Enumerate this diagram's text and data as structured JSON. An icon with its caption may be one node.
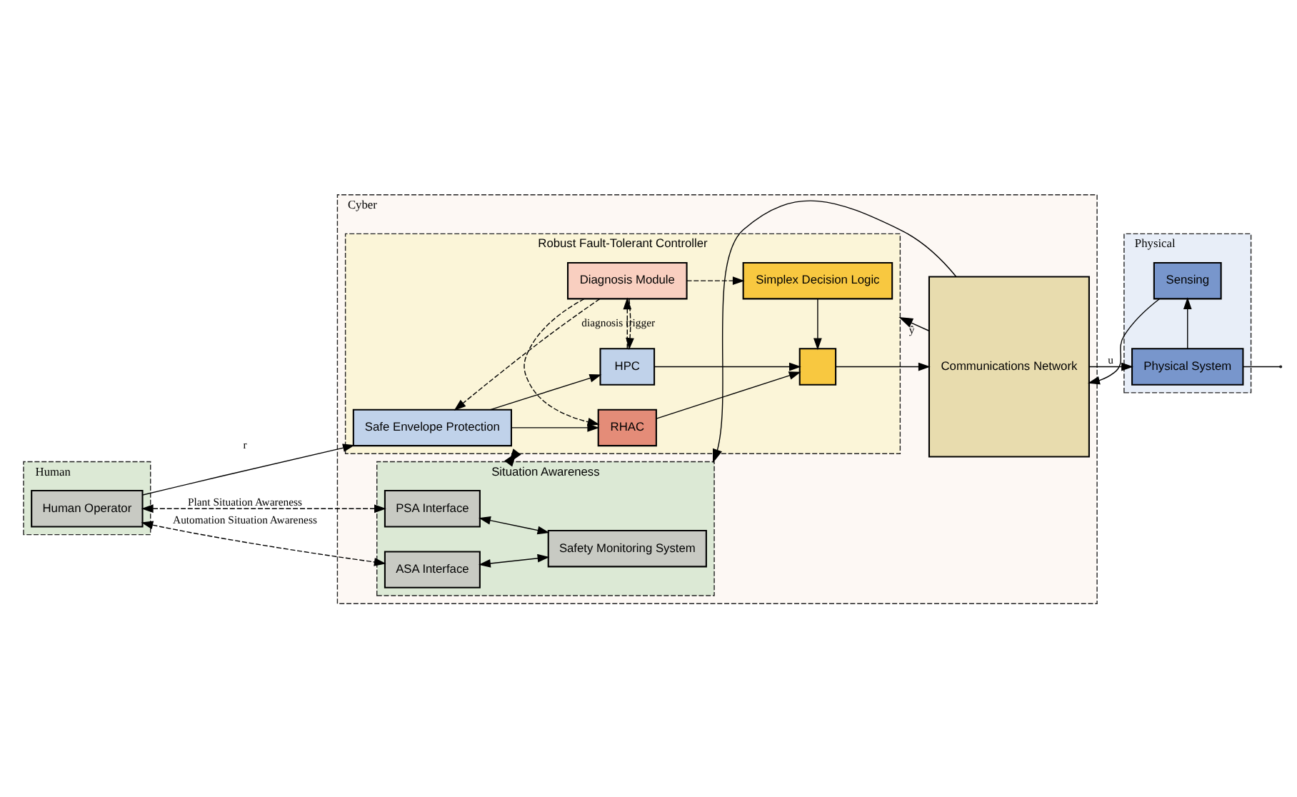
{
  "diagram": {
    "nodes": [
      {
        "text": [
          "Human"
        ]
      },
      {
        "text": [
          "Cyber"
        ]
      },
      {
        "text": [
          "Physical"
        ]
      },
      {
        "text": [
          "Human Operator"
        ],
        "in": 0
      },
      {
        "text": [
          "Robust Fault-Tolerant Controller"
        ],
        "in": 1
      },
      {
        "text": [
          "Safe Envelope Protection"
        ],
        "in": 4
      },
      {
        "text": [
          "HPC"
        ],
        "in": 4
      },
      {
        "text": [
          "RHAC"
        ],
        "in": 4
      },
      {
        "text": [],
        "shape": "box",
        "in": 4
      },
      {
        "text": [
          "Diagnosis Module"
        ],
        "in": 4
      },
      {
        "text": [
          "Simplex Decision Logic"
        ],
        "in": 4
      },
      {
        "text": [
          "Communications Network"
        ],
        "in": 1
      },
      {
        "text": [
          "Situation Awareness"
        ],
        "in": 1
      },
      {
        "text": [
          "PSA Interface"
        ],
        "in": 12
      },
      {
        "text": [
          "ASA Interface"
        ],
        "in": 12
      },
      {
        "text": [
          "Safety Monitoring System"
        ],
        "in": 12
      },
      {
        "text": [
          "Physical System"
        ],
        "in": 2
      },
      {
        "text": [
          "Sensing"
        ],
        "in": 2
      }
    ],
    "edges": [
      {
        "from": 3,
        "to": 5,
        "arrow": "to",
        "label": "r"
      },
      {
        "from": 5,
        "to": 6,
        "arrow": "to"
      },
      {
        "from": 5,
        "to": 7,
        "arrow": "to"
      },
      {
        "from": 6,
        "to": 8,
        "arrow": "to"
      },
      {
        "from": 7,
        "to": 8,
        "arrow": "to"
      },
      {
        "from": 10,
        "to": 8,
        "arrow": "to"
      },
      {
        "from": 8,
        "to": 11,
        "arrow": "to"
      },
      {
        "from": 11,
        "to": 16,
        "arrow": "to",
        "label": "u"
      },
      {
        "from": 16,
        "to": 17,
        "arrow": "to"
      },
      {
        "from": 16,
        "to": null,
        "arrow": "none"
      },
      {
        "from": 17,
        "to": 11,
        "arrow": "to"
      },
      {
        "from": 11,
        "to": 4,
        "arrow": "to",
        "label": "ŷ"
      },
      {
        "from": 11,
        "to": 12,
        "arrow": "to"
      },
      {
        "from": 9,
        "to": 5,
        "arrow": "to",
        "style": "dashed"
      },
      {
        "from": 9,
        "to": 6,
        "arrow": "to",
        "style": "dashed"
      },
      {
        "from": 9,
        "to": 7,
        "arrow": "to",
        "style": "dashed"
      },
      {
        "from": 6,
        "to": 9,
        "arrow": "to",
        "style": "dashed",
        "label": "diagnosis trigger"
      },
      {
        "from": 9,
        "to": 10,
        "arrow": "to",
        "style": "dashed"
      },
      {
        "from": 4,
        "to": 12,
        "arrow": "both"
      },
      {
        "from": 3,
        "to": 13,
        "arrow": "both",
        "style": "dashed",
        "label": "Plant Situation Awareness"
      },
      {
        "from": 3,
        "to": 14,
        "arrow": "both",
        "style": "dashed",
        "label": "Automation Situation Awareness"
      },
      {
        "from": 13,
        "to": 15,
        "arrow": "both"
      },
      {
        "from": 14,
        "to": 15,
        "arrow": "both"
      }
    ]
  }
}
